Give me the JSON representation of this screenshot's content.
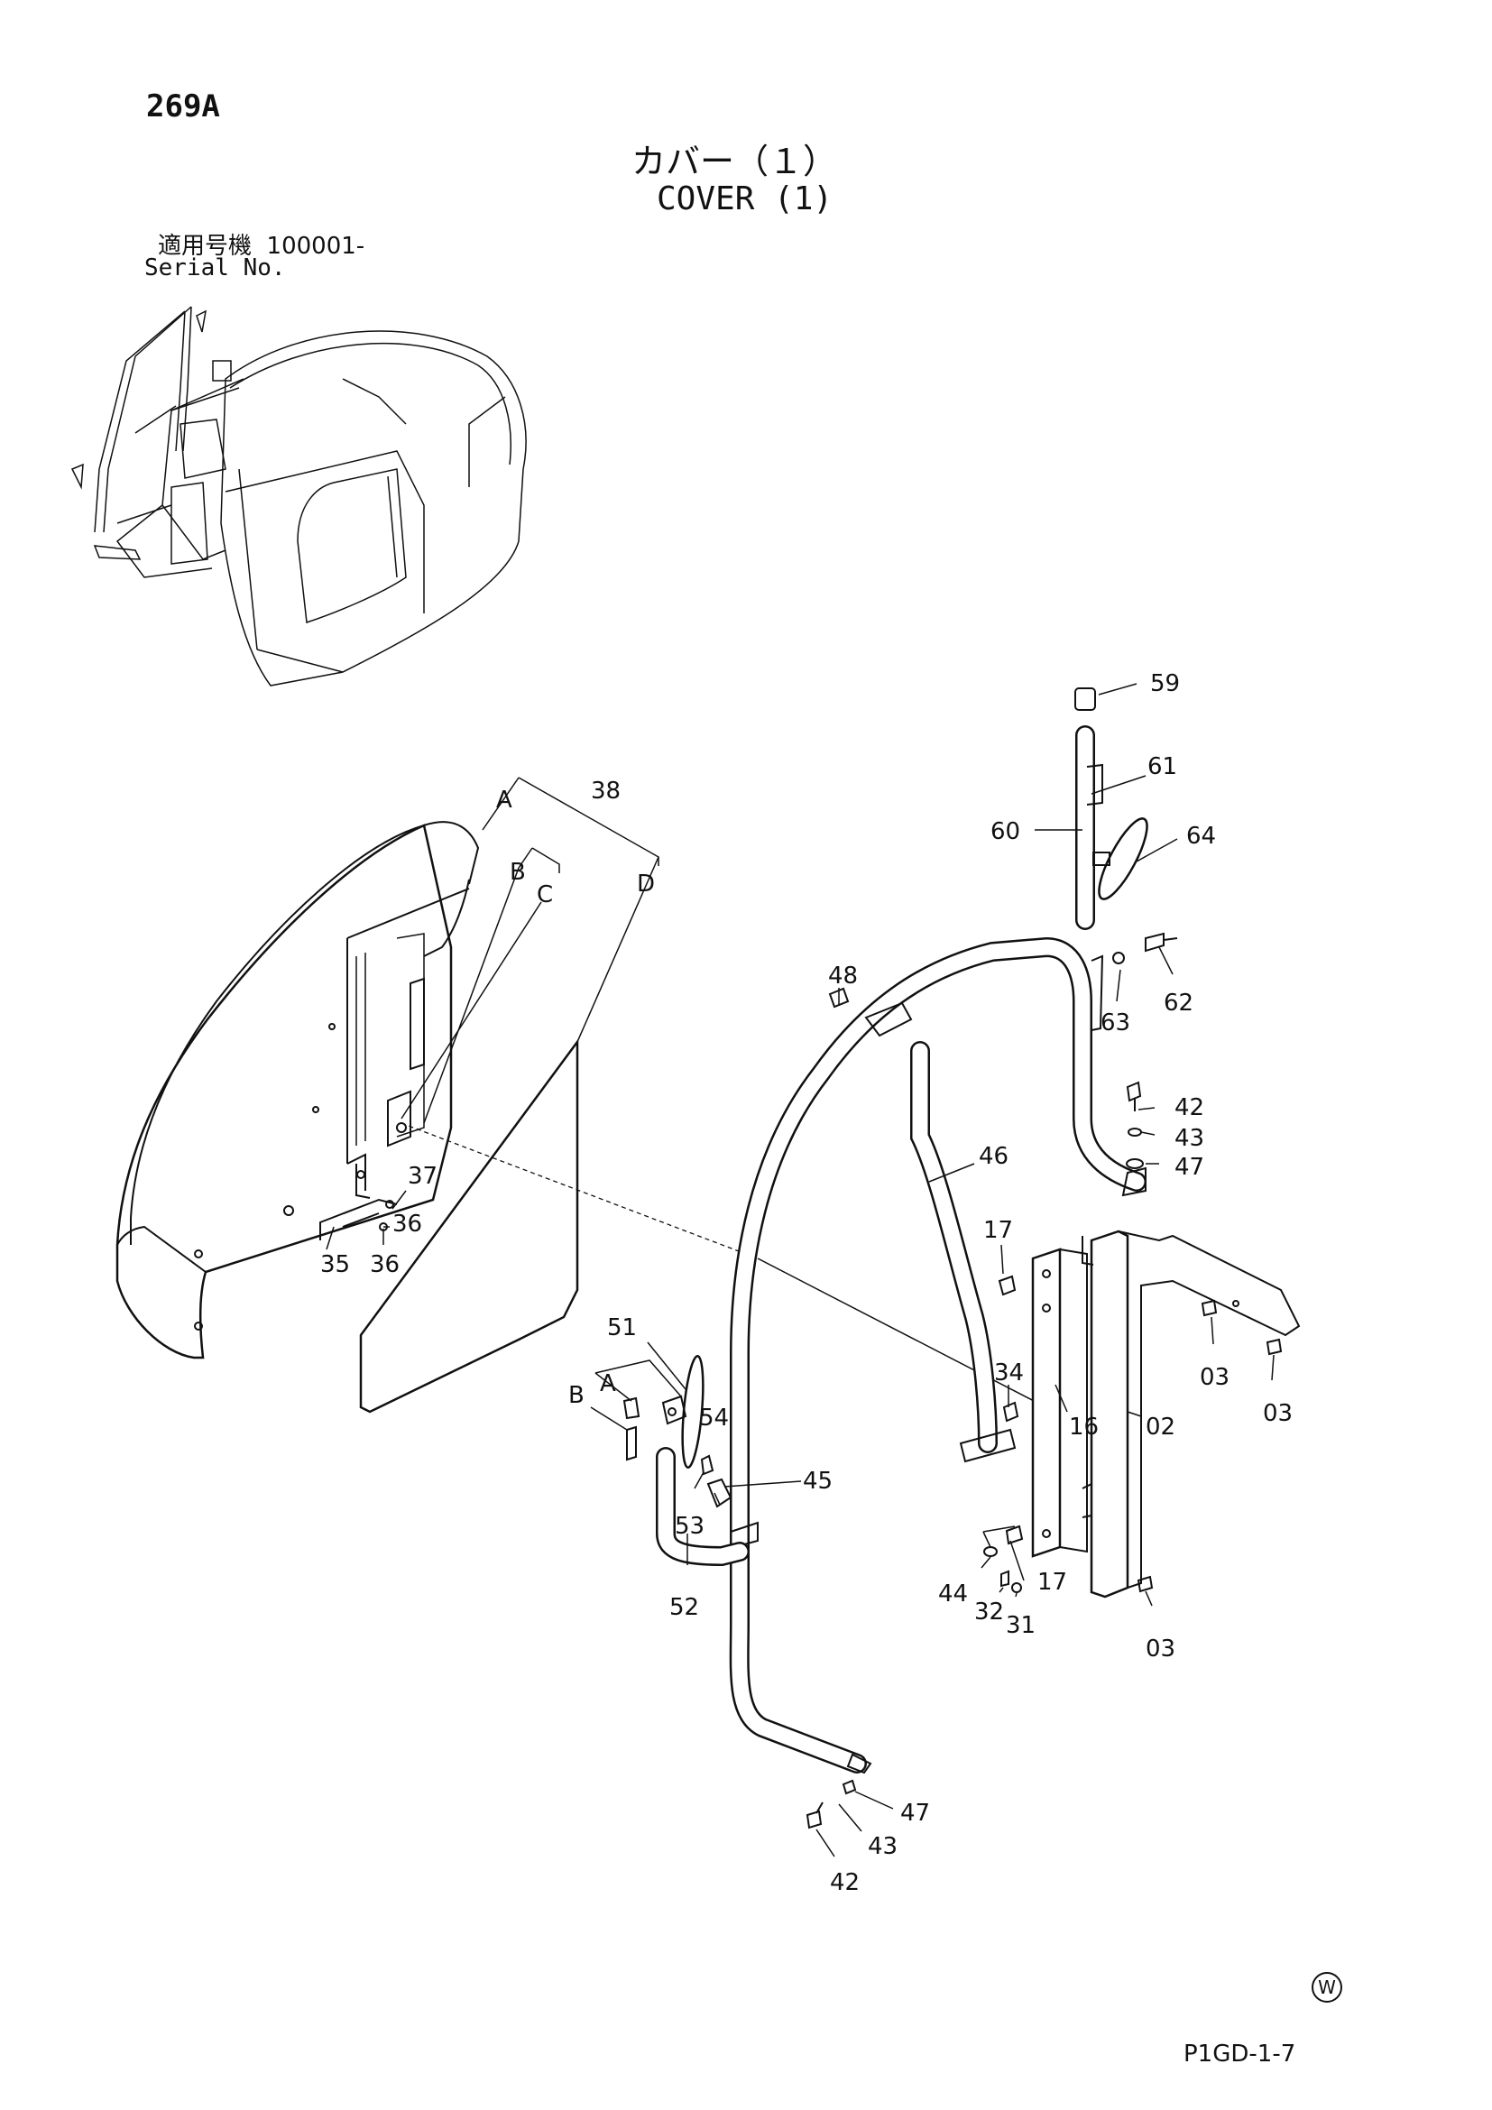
{
  "header": {
    "page_number": "269A",
    "title_ja": "カバー（１）",
    "title_en": "COVER (1)",
    "serial_label_ja": "適用号機  100001-",
    "serial_label_en": "Serial No."
  },
  "footer": {
    "watermark": "W",
    "reference_code": "P1GD-1-7"
  },
  "callouts": [
    {
      "id": "c59",
      "label": "59"
    },
    {
      "id": "c61",
      "label": "61"
    },
    {
      "id": "c60",
      "label": "60"
    },
    {
      "id": "c64",
      "label": "64"
    },
    {
      "id": "c38",
      "label": "38"
    },
    {
      "id": "cA1",
      "label": "A"
    },
    {
      "id": "cB1",
      "label": "B"
    },
    {
      "id": "cC1",
      "label": "C"
    },
    {
      "id": "cD1",
      "label": "D"
    },
    {
      "id": "c48",
      "label": "48"
    },
    {
      "id": "c63",
      "label": "63"
    },
    {
      "id": "c62",
      "label": "62"
    },
    {
      "id": "c42a",
      "label": "42"
    },
    {
      "id": "c43a",
      "label": "43"
    },
    {
      "id": "c47a",
      "label": "47"
    },
    {
      "id": "c46",
      "label": "46"
    },
    {
      "id": "c37",
      "label": "37"
    },
    {
      "id": "c36a",
      "label": "36"
    },
    {
      "id": "c35",
      "label": "35"
    },
    {
      "id": "c36b",
      "label": "36"
    },
    {
      "id": "c17a",
      "label": "17"
    },
    {
      "id": "c03a",
      "label": "03"
    },
    {
      "id": "c03b",
      "label": "03"
    },
    {
      "id": "c34",
      "label": "34"
    },
    {
      "id": "c16",
      "label": "16"
    },
    {
      "id": "c02",
      "label": "02"
    },
    {
      "id": "c51",
      "label": "51"
    },
    {
      "id": "cA2",
      "label": "A"
    },
    {
      "id": "cB2",
      "label": "B"
    },
    {
      "id": "c54",
      "label": "54"
    },
    {
      "id": "c45",
      "label": "45"
    },
    {
      "id": "c53",
      "label": "53"
    },
    {
      "id": "c52",
      "label": "52"
    },
    {
      "id": "c44",
      "label": "44"
    },
    {
      "id": "c32",
      "label": "32"
    },
    {
      "id": "c31",
      "label": "31"
    },
    {
      "id": "c17b",
      "label": "17"
    },
    {
      "id": "c03c",
      "label": "03"
    },
    {
      "id": "c47b",
      "label": "47"
    },
    {
      "id": "c43b",
      "label": "43"
    },
    {
      "id": "c42b",
      "label": "42"
    }
  ]
}
